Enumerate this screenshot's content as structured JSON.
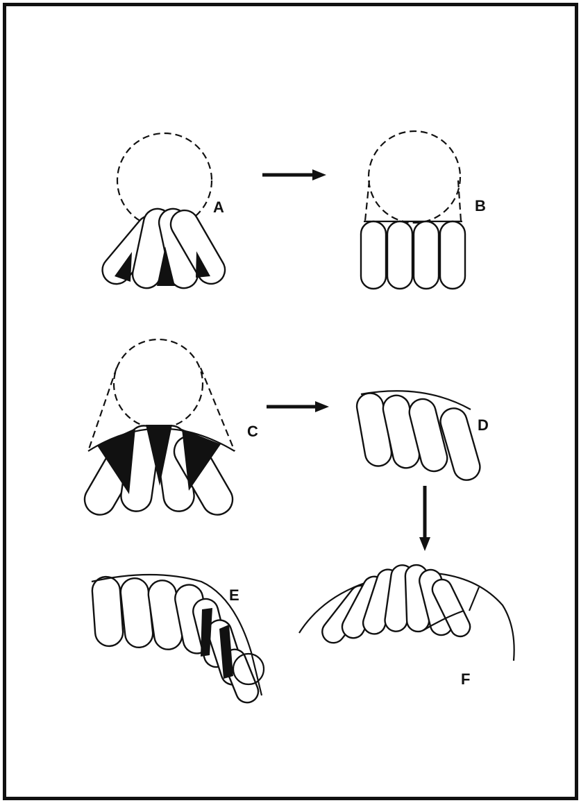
{
  "panels": {
    "A": {
      "label": "A"
    },
    "B": {
      "label": "B"
    },
    "C": {
      "label": "C"
    },
    "D": {
      "label": "D"
    },
    "E": {
      "label": "E"
    },
    "F": {
      "label": "F"
    }
  },
  "colors": {
    "ink": "#111111",
    "background": "#ffffff"
  }
}
